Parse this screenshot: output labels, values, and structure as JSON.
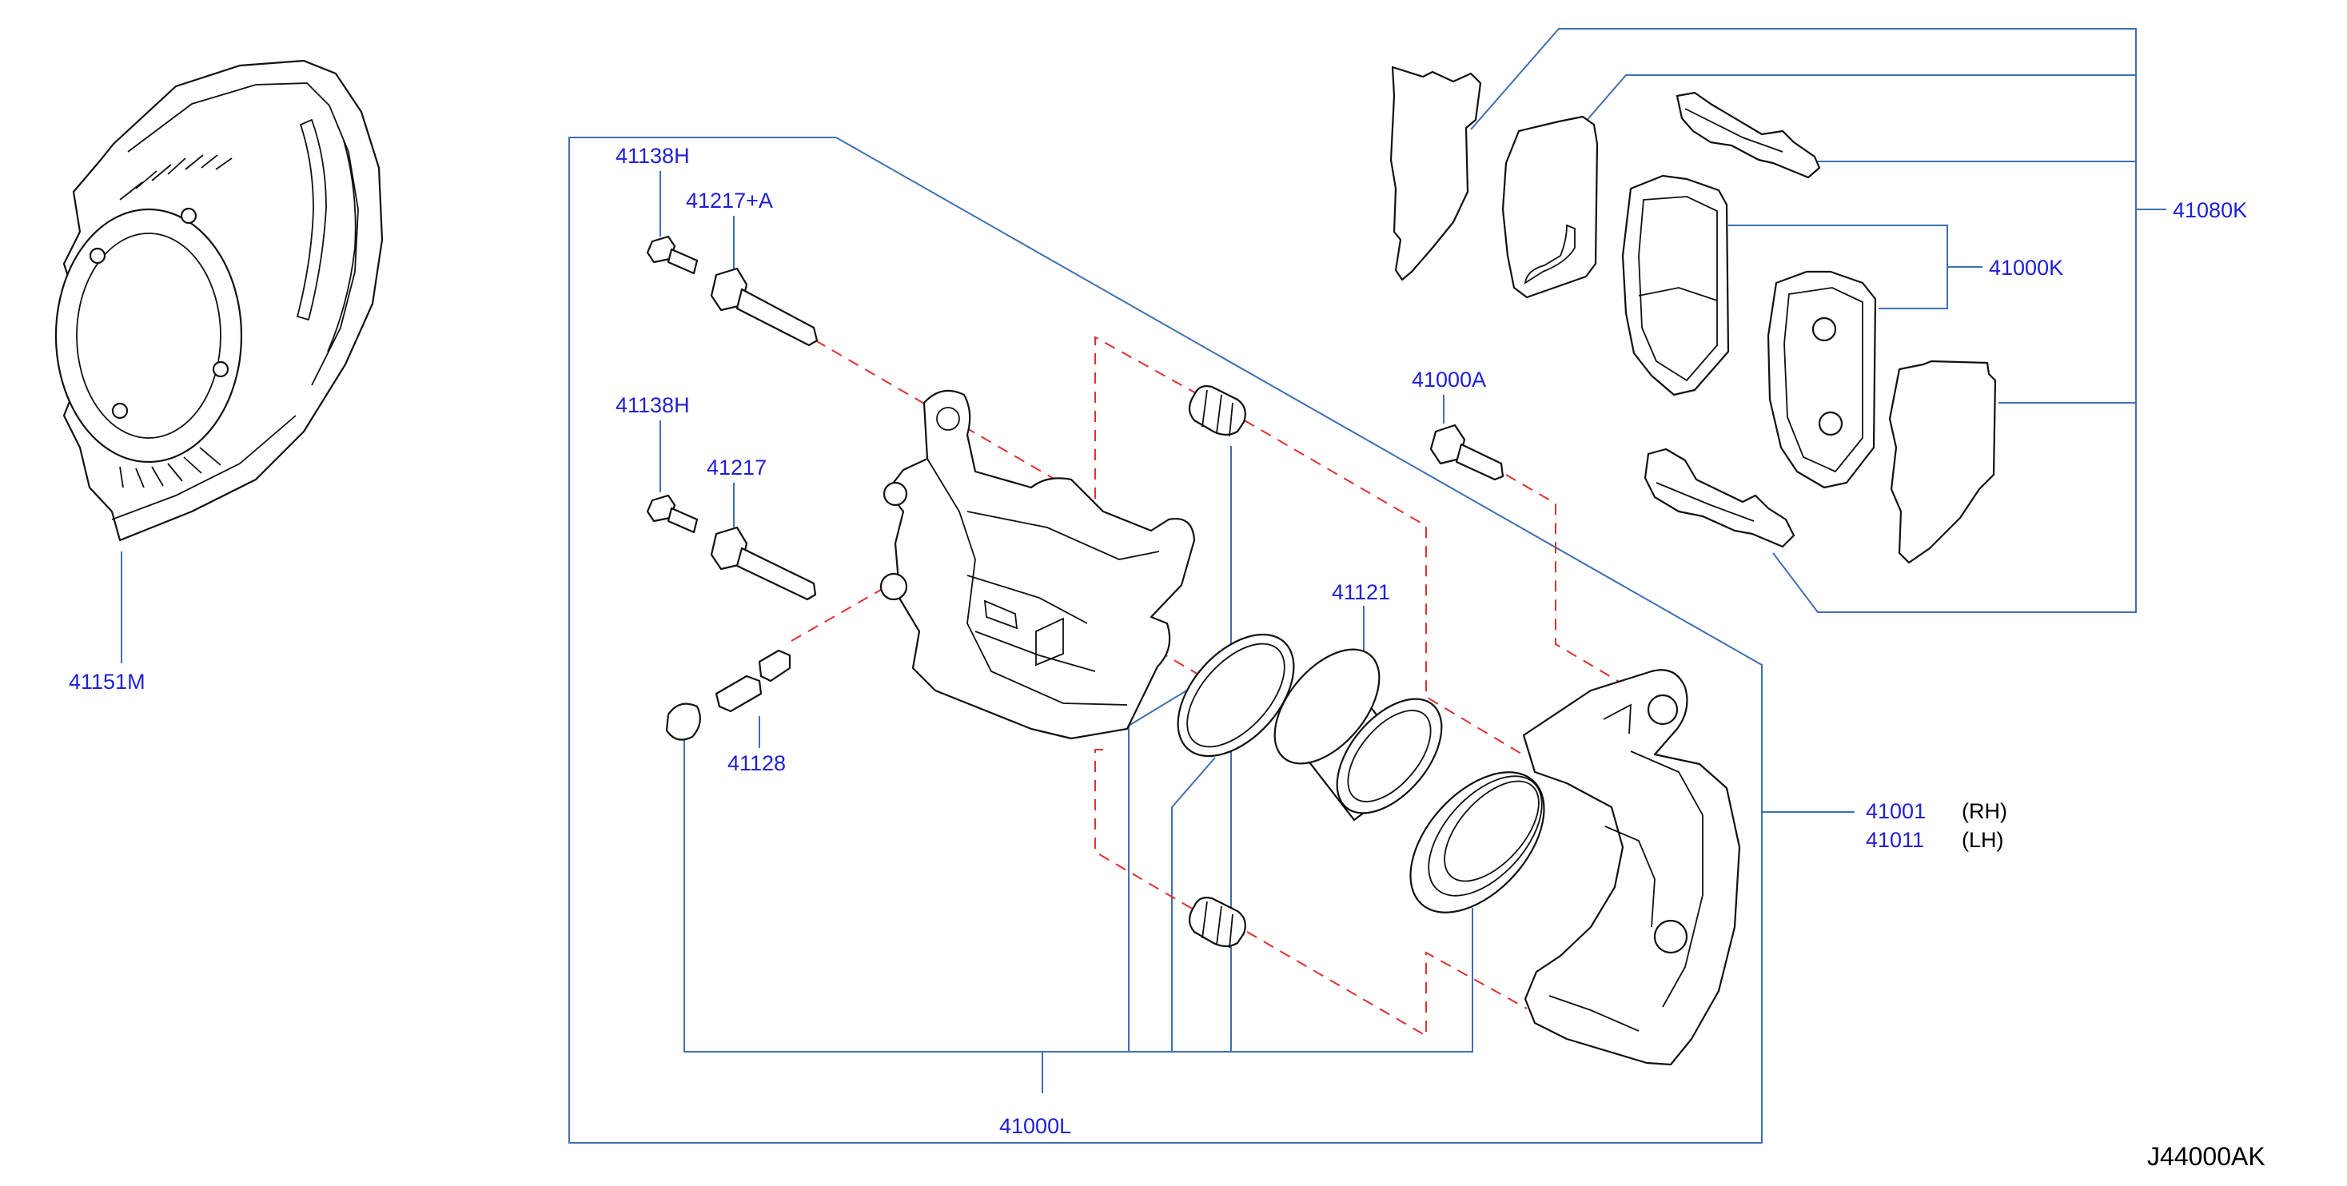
{
  "labels": {
    "shield": "41151M",
    "bolt_upper": "41138H",
    "pin_upper": "41217+A",
    "bolt_lower": "41138H",
    "pin_lower": "41217",
    "bleeder": "41128",
    "seal_kit": "41000L",
    "piston": "41121",
    "mount_bolt": "41000A",
    "caliper_rh": "41001",
    "caliper_lh": "41011",
    "pad_set": "41000K",
    "pad_kit": "41080K"
  },
  "side_notes": {
    "rh": "(RH)",
    "lh": "(LH)"
  },
  "diagram_code": "J44000AK",
  "colors": {
    "label_text": "#1f1fd6",
    "leader_line": "#3f6fb0",
    "hidden_line": "#e03030",
    "outline": "#111111"
  }
}
